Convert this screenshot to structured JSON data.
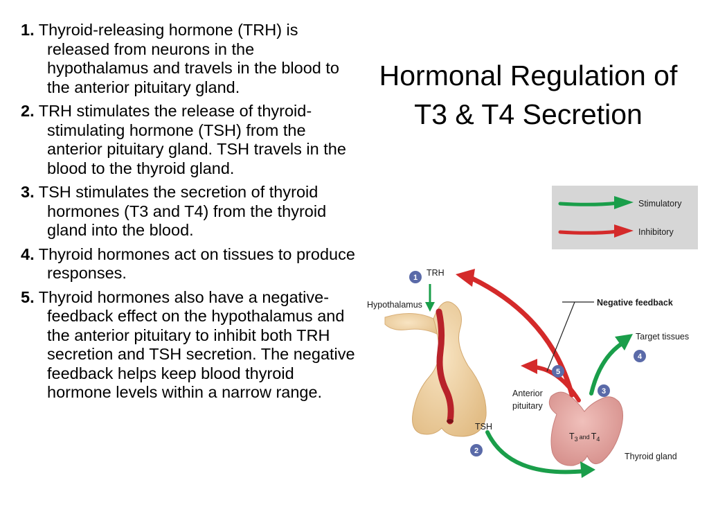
{
  "title": "Hormonal Regulation of T3 & T4 Secretion",
  "steps": [
    {
      "num": "1.",
      "text": "Thyroid-releasing hormone (TRH) is released from neurons in the hypothalamus and travels in the blood to the anterior pituitary gland."
    },
    {
      "num": "2.",
      "text": "TRH stimulates the release of thyroid-stimulating hormone (TSH) from the anterior pituitary gland. TSH travels in the blood to the thyroid gland."
    },
    {
      "num": "3.",
      "text": "TSH stimulates the secretion of thyroid hormones (T3 and T4) from the thyroid gland into the blood."
    },
    {
      "num": "4.",
      "text": "Thyroid hormones act on tissues to produce responses."
    },
    {
      "num": "5.",
      "text": "Thyroid hormones also have a negative-feedback effect on the hypothalamus and the anterior pituitary to inhibit both TRH secretion and TSH secretion. The negative feedback helps keep blood thyroid hormone levels within a narrow range."
    }
  ],
  "legend": {
    "stimulatory": "Stimulatory",
    "inhibitory": "Inhibitory"
  },
  "diagram": {
    "trh": "TRH",
    "hypothalamus": "Hypothalamus",
    "negative_feedback": "Negative feedback",
    "target_tissues": "Target tissues",
    "anterior": "Anterior",
    "pituitary": "pituitary",
    "tsh": "TSH",
    "t3_t": "T",
    "t3_sub": "3",
    "and": "and",
    "t4_t": "T",
    "t4_sub": "4",
    "thyroid_gland": "Thyroid gland",
    "badges": [
      "1",
      "2",
      "3",
      "4",
      "5"
    ]
  },
  "colors": {
    "stimulatory": "#1a9e4a",
    "inhibitory": "#d42a2a",
    "badge": "#5a6aa8",
    "gland_tan": "#efd2a4",
    "thyroid_pink": "#e3a4a0",
    "vessel": "#b8222a"
  }
}
